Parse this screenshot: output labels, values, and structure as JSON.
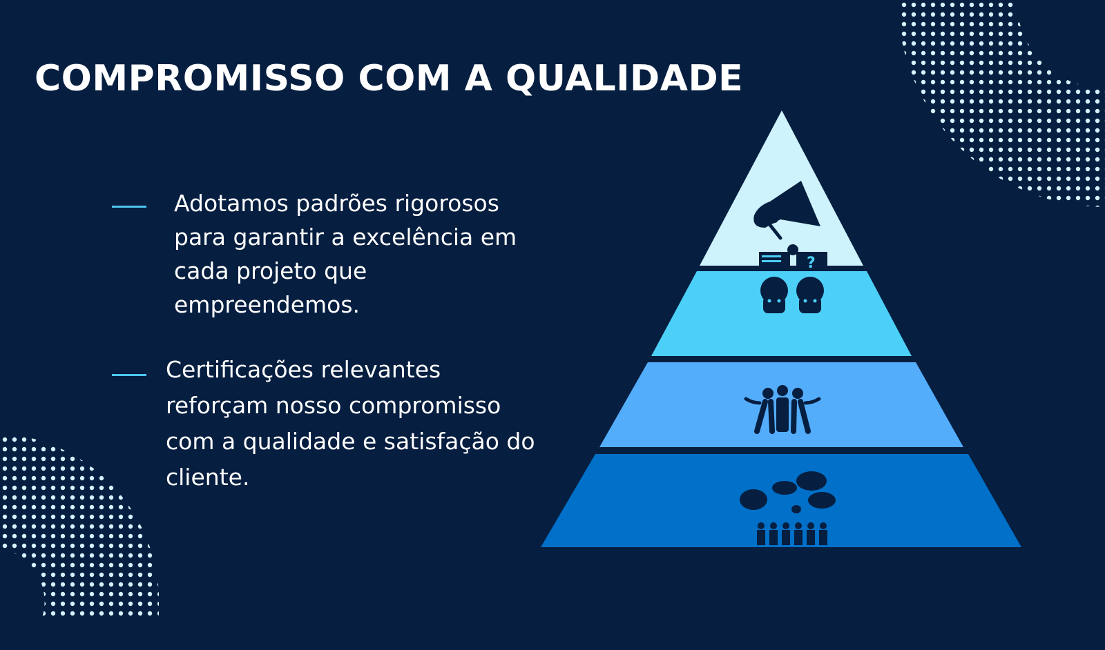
{
  "title": "COMPROMISSO COM A QUALIDADE",
  "bullets": [
    {
      "text": "Adotamos padrões rigorosos para garantir a excelência em cada projeto que empreendemos."
    },
    {
      "text": "Certificações relevantes reforçam nosso compromisso com a qualidade e satisfação do cliente."
    }
  ],
  "pyramid": {
    "tiers": [
      {
        "icon": "megaphone-icon",
        "color": "#cef3fc"
      },
      {
        "icon": "people-discussing-icon",
        "color": "#4dd0f8"
      },
      {
        "icon": "team-embrace-icon",
        "color": "#53adfb"
      },
      {
        "icon": "crowd-conversation-icon",
        "color": "#0070c8"
      }
    ]
  },
  "colors": {
    "background": "#061e40",
    "accent": "#4ec6f0",
    "dots": "#d4f4fd"
  }
}
